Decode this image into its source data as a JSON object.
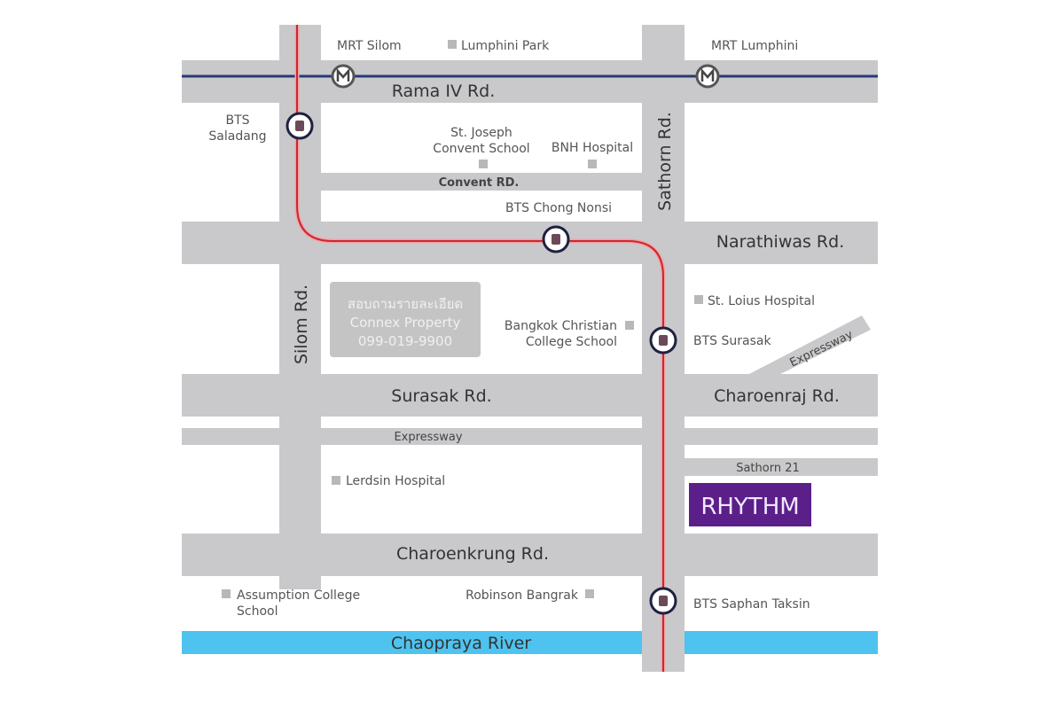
{
  "roads": {
    "rama_iv": "Rama IV Rd.",
    "sathorn": "Sathorn Rd.",
    "silom": "Silom Rd.",
    "convent": "Convent RD.",
    "narathiwas": "Narathiwas Rd.",
    "surasak": "Surasak Rd.",
    "charoenraj": "Charoenraj Rd.",
    "expressway": "Expressway",
    "expressway_diag": "Expressway",
    "sathorn21": "Sathorn 21",
    "charoenkrung": "Charoenkrung Rd.",
    "river": "Chaopraya River"
  },
  "stations": {
    "mrt_silom": "MRT Silom",
    "mrt_lumphini": "MRT Lumphini",
    "bts_saladang_1": "BTS",
    "bts_saladang_2": "Saladang",
    "bts_chong_nonsi": "BTS Chong Nonsi",
    "bts_surasak": "BTS Surasak",
    "bts_saphan_taksin": "BTS Saphan Taksin"
  },
  "places": {
    "lumphini_park": "Lumphini Park",
    "st_joseph_1": "St. Joseph",
    "st_joseph_2": "Convent School",
    "bnh": "BNH Hospital",
    "st_louis": "St. Loius Hospital",
    "bangkok_christian_1": "Bangkok Christian",
    "bangkok_christian_2": "College School",
    "lerdsin": "Lerdsin Hospital",
    "assumption_1": "Assumption College",
    "assumption_2": "School",
    "robinson": "Robinson Bangrak"
  },
  "project": {
    "name": "RHYTHM",
    "color": "#5a1f88"
  },
  "watermark": {
    "line1": "สอบถามรายละเอียด",
    "line2": "Connex Property",
    "line3": "099-019-9900"
  },
  "colors": {
    "road": "#c9c9cb",
    "bts_line": "#d8343c",
    "mrt_line": "#263a78",
    "river": "#4ec3ef"
  }
}
